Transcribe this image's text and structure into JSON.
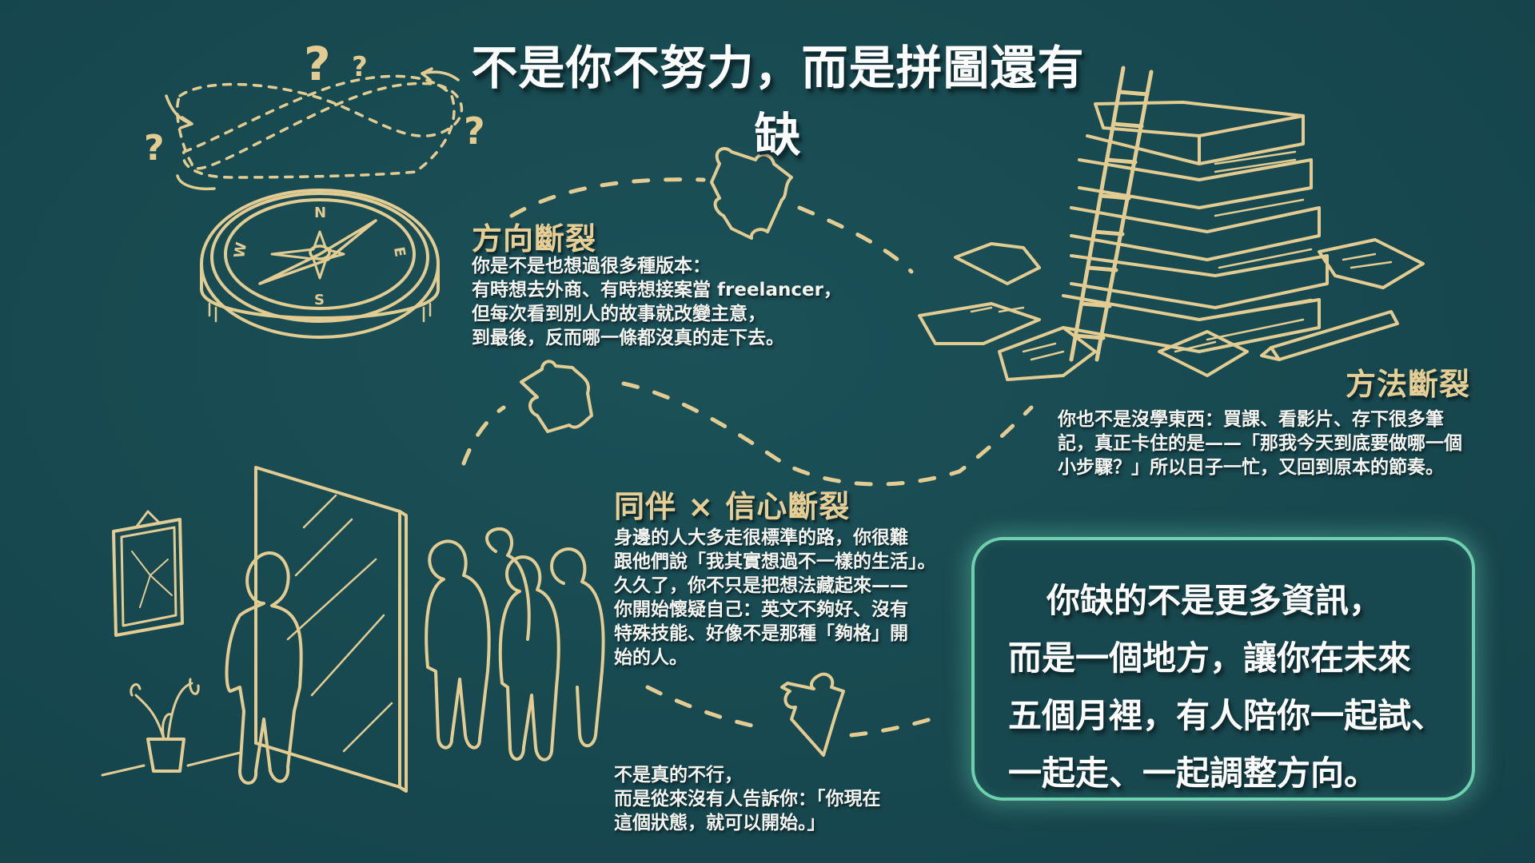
{
  "title": "不是你不努力，而是拼圖還有缺",
  "colors": {
    "background": "#184a51",
    "line_art": "#e3cc92",
    "heading": "#e6cf96",
    "body_text": "#f4f4f0",
    "card_border": "#6fd0b0"
  },
  "sections": {
    "direction": {
      "heading": "方向斷裂",
      "illustration": "compass-icon",
      "lines": [
        "你是不是也想過很多種版本：",
        "有時想去外商、有時想接案當 freelancer，",
        "但每次看到別人的故事就改變主意，",
        "到最後，反而哪一條都沒真的走下去。"
      ]
    },
    "method": {
      "heading": "方法斷裂",
      "illustration": "books-ladder-icon",
      "lines": [
        "你也不是沒學東西：買課、看影片、存下很多筆",
        "記，真正卡住的是——「那我今天到底要做哪一個",
        "小步驟？」所以日子一忙，又回到原本的節奏。"
      ]
    },
    "companion": {
      "heading": "同伴 × 信心斷裂",
      "illustration": "people-mirror-icon",
      "lines": [
        "身邊的人大多走很標準的路，你很難",
        "跟他們說「我其實想過不一樣的生活」。",
        "久久了，你不只是把想法藏起來——",
        "你開始懷疑自己：英文不夠好、沒有",
        "特殊技能、好像不是那種「夠格」開",
        "始的人。"
      ]
    },
    "reassurance": {
      "lines": [
        "不是真的不行，",
        "而是從來沒有人告訴你：「你現在",
        "這個狀態，就可以開始。」"
      ]
    }
  },
  "card": {
    "lines": [
      "你缺的不是更多資訊，",
      "而是一個地方，讓你在未來",
      "五個月裡，有人陪你一起試、",
      "一起走、一起調整方向。"
    ]
  },
  "decorations": {
    "question_marks": [
      "?",
      "?",
      "?",
      "?"
    ],
    "compass_labels": [
      "N",
      "E",
      "S",
      "W"
    ],
    "puzzle_pieces": 4
  }
}
